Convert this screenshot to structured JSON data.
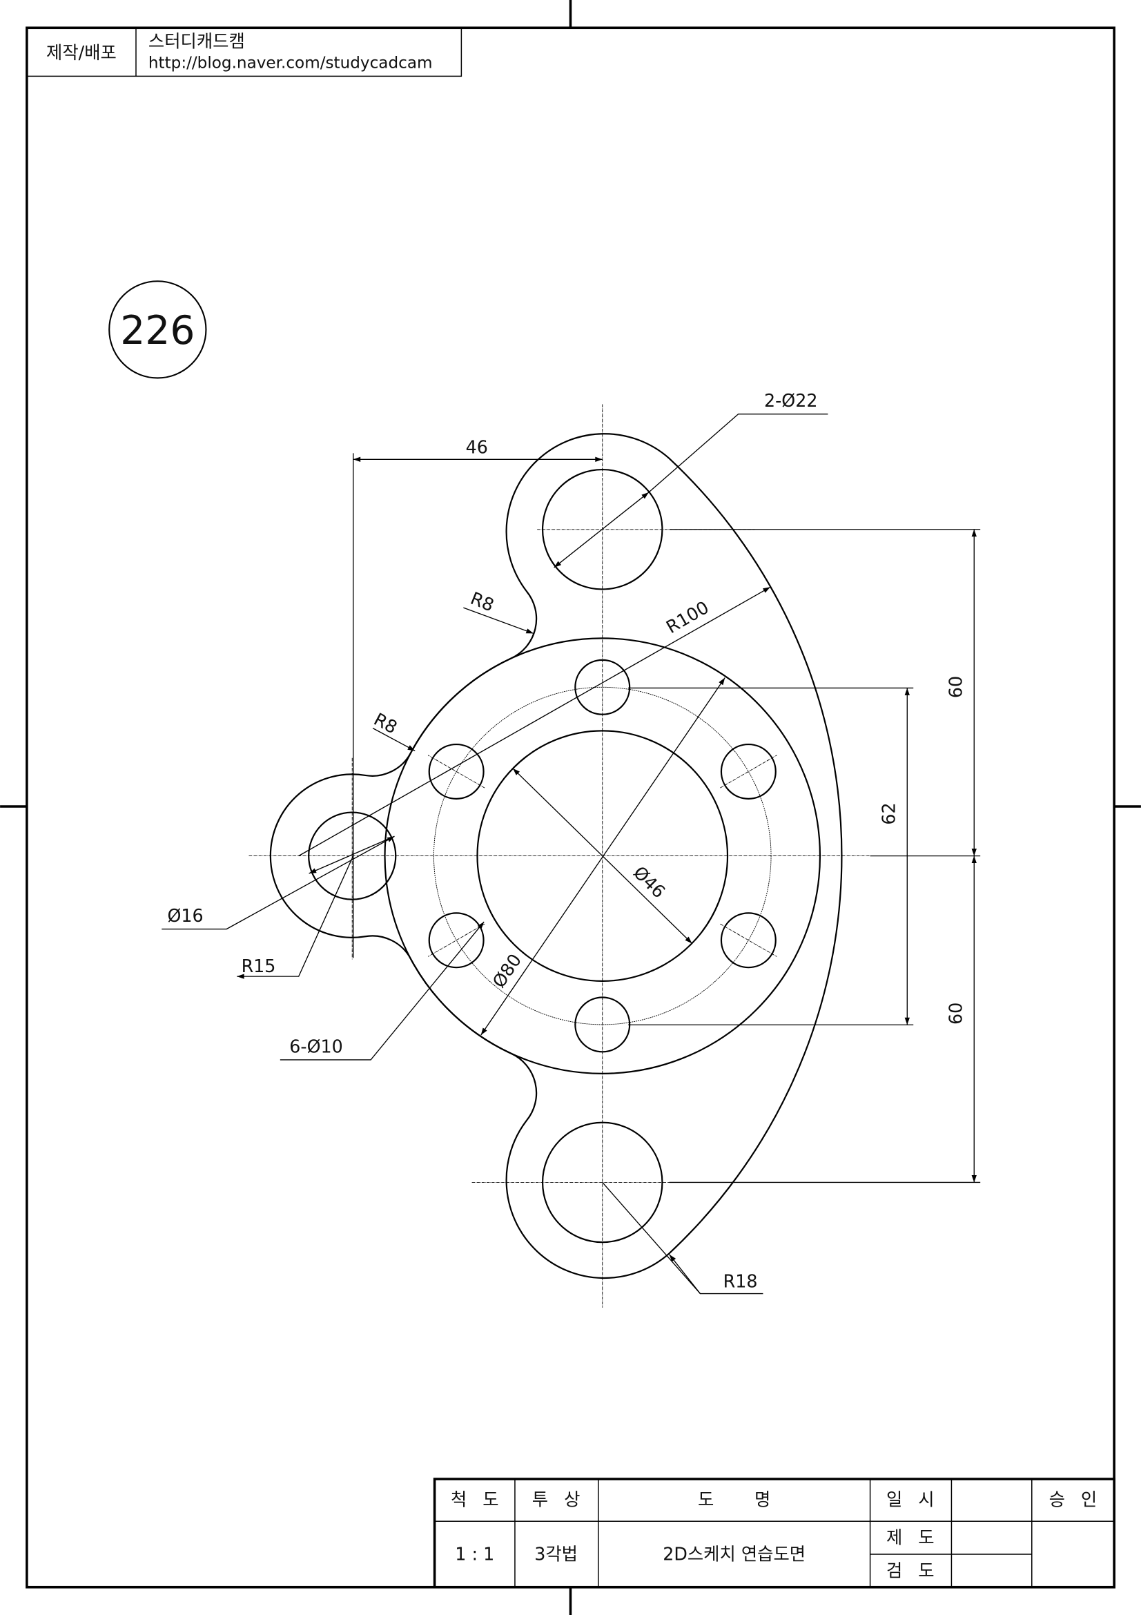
{
  "header": {
    "label": "제작/배포",
    "org": "스터디캐드캠",
    "url": "http://blog.naver.com/studycadcam"
  },
  "drawing_number": "226",
  "dimensions": {
    "hole_top_bottom": "2-Ø22",
    "lug_offset": "46",
    "fillet_upper": "R8",
    "fillet_lower": "R8",
    "big_arc": "R100",
    "spacing_top": "60",
    "spacing_bottom": "60",
    "bolt_span": "62",
    "bore": "Ø46",
    "bolt_circle": "Ø80",
    "left_hole": "Ø16",
    "left_lug": "R15",
    "small_holes": "6-Ø10",
    "lug_radius": "R18"
  },
  "title_block": {
    "scale_label": "척 도",
    "projection_label": "투 상",
    "name_label": "도 명",
    "date_label": "일 시",
    "approval_label": "승 인",
    "drafted_label": "제 도",
    "checked_label": "검 도",
    "scale_value": "1 : 1",
    "projection_value": "3각법",
    "name_value": "2D스케치 연습도면"
  }
}
